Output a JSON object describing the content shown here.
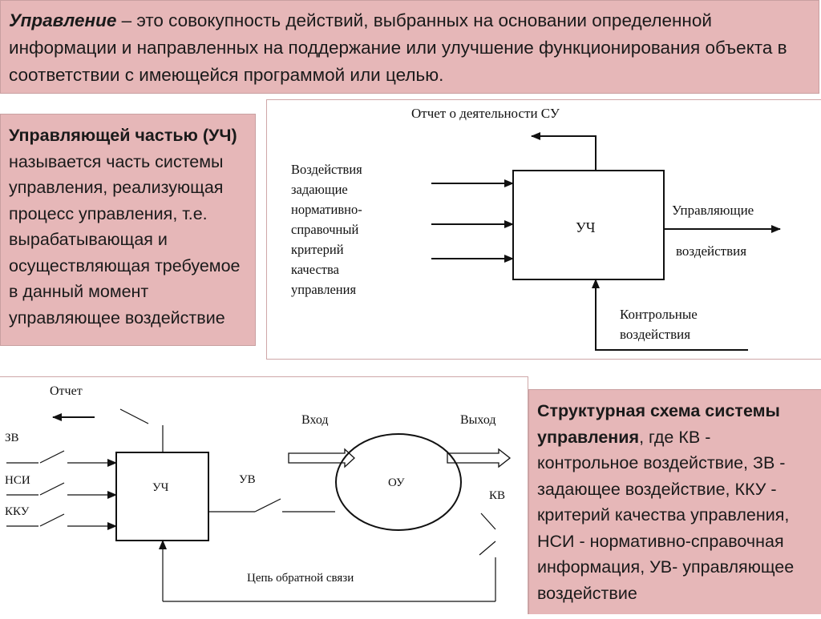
{
  "definition": {
    "term": "Управление",
    "text": " – это совокупность действий, выбранных на основании определенной информации и направленных на поддержание или улучшение функционирования объекта в соответствии с имеющейся программой или целью."
  },
  "uc_definition": {
    "term": "Управляющей частью (УЧ)",
    "text": " называется часть системы управления, реализующая процесс управления, т.е. вырабатывающая и осуществляющая требуемое в данный момент управляющее воздействие"
  },
  "structure_note": {
    "term": "Структурная схема системы управления",
    "text": ", где КВ - контрольное воздействие, ЗВ - задающее воздействие, ККУ - критерий качества управления, НСИ - нормативно-справочная информация, УВ- управляющее воздействие"
  },
  "diagram1": {
    "report_label": "Отчет о деятельности СУ",
    "input_lines": [
      "Воздействия",
      "задающие",
      "нормативно-",
      "справочный",
      "критерий",
      "качества",
      "управления"
    ],
    "block_label": "УЧ",
    "output_line1": "Управляющие",
    "output_line2": "воздействия",
    "control_line1": "Контрольные",
    "control_line2": "воздействия"
  },
  "diagram2": {
    "report_label": "Отчет",
    "zv_label": "ЗВ",
    "nsi_label": "НСИ",
    "kku_label": "ККУ",
    "block_label": "УЧ",
    "uv_label": "УВ",
    "input_label": "Вход",
    "output_label": "Выход",
    "object_label": "ОУ",
    "kv_label": "КВ",
    "feedback_label": "Цепь обратной связи"
  },
  "colors": {
    "panel_pink": "#e6b7b8",
    "frame_border": "#cfa7a8"
  }
}
